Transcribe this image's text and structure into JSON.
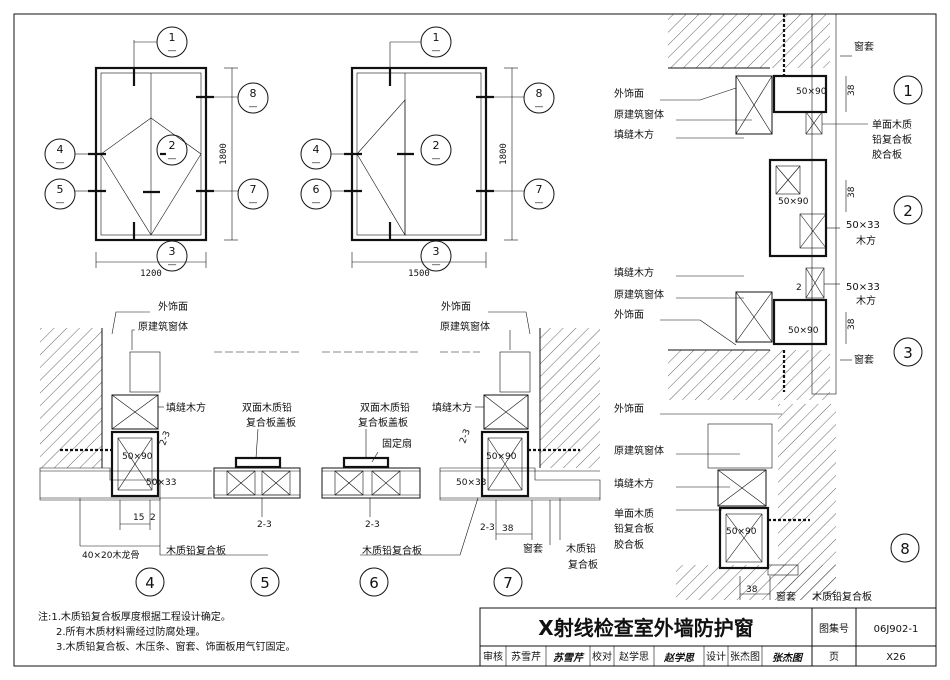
{
  "title_block": {
    "title": "X射线检查室外墙防护窗",
    "atlas_label": "图集号",
    "atlas_no": "06J902-1",
    "review_label": "审核",
    "review_name": "苏雪芹",
    "proof_label": "校对",
    "proof_name": "赵学思",
    "design_label": "设计",
    "design_name": "张杰图",
    "page_label": "页",
    "page_no": "X26"
  },
  "notes": [
    "注:1.木质铅复合板厚度根据工程设计确定。",
    "2.所有木质材料需经过防腐处理。",
    "3.木质铅复合板、木压条、窗套、饰面板用气钉固定。"
  ],
  "elevation_left": {
    "width_dim": "1200",
    "height_dim": "1800",
    "callouts": [
      {
        "id": "1",
        "sub": "—"
      },
      {
        "id": "2",
        "sub": "—"
      },
      {
        "id": "3",
        "sub": "—"
      },
      {
        "id": "4",
        "sub": "—"
      },
      {
        "id": "5",
        "sub": "—"
      },
      {
        "id": "7",
        "sub": "—"
      },
      {
        "id": "8",
        "sub": "—"
      }
    ]
  },
  "elevation_right": {
    "width_dim": "1500",
    "height_dim": "1800",
    "callouts": [
      {
        "id": "1",
        "sub": "—"
      },
      {
        "id": "2",
        "sub": "—"
      },
      {
        "id": "3",
        "sub": "—"
      },
      {
        "id": "4",
        "sub": "—"
      },
      {
        "id": "6",
        "sub": "—"
      },
      {
        "id": "7",
        "sub": "—"
      },
      {
        "id": "8",
        "sub": "—"
      }
    ]
  },
  "details_bottom": {
    "labels": {
      "facing_l": "外饰面",
      "body_l": "原建筑窗体",
      "fill_wood_l": "填缝木方",
      "dim_50x90_l": "50×90",
      "dim_50x33_l": "50×33",
      "keel": "40×20木龙骨",
      "dim_15": "15",
      "dim_2": "2",
      "ref_2_3_a": "2-3",
      "ref_2_3_b": "2-3",
      "lead_board_4": "木质铅复合板",
      "cover_5_a": "双面木质铅",
      "cover_5_b": "复合板盖板",
      "cover_6_a": "双面木质铅",
      "cover_6_b": "复合板盖板",
      "fixed_sash": "固定扇",
      "lead_board_6": "木质铅复合板",
      "facing_r": "外饰面",
      "body_r": "原建筑窗体",
      "fill_wood_r": "填缝木方",
      "dim_50x90_r": "50×90",
      "dim_50x33_r": "50×33",
      "dim_38": "38",
      "window_casing": "窗套",
      "lead_board_7_a": "木质铅",
      "lead_board_7_b": "复合板"
    },
    "circles": [
      "4",
      "5",
      "6",
      "7"
    ]
  },
  "details_right": {
    "labels": {
      "casing_top": "窗套",
      "facing_1": "外饰面",
      "body_1": "原建筑窗体",
      "fill_1": "填缝木方",
      "single_1": "单面木质",
      "single_2": "铅复合板",
      "plywood": "胶合板",
      "d1_5090": "50×90",
      "d1_38": "38",
      "d2_5090": "50×90",
      "d2_38": "38",
      "d2_5033": "50×33",
      "d2_wood": "木方",
      "fill_3": "填缝木方",
      "body_3": "原建筑窗体",
      "facing_3": "外饰面",
      "d3_5033": "50×33",
      "d3_wood": "木方",
      "d3_2": "2",
      "d3_5090": "50×90",
      "d3_38": "38",
      "casing_3": "窗套",
      "facing_8": "外饰面",
      "body_8": "原建筑窗体",
      "fill_8": "填缝木方",
      "single_8a": "单面木质",
      "single_8b": "铅复合板",
      "plywood_8": "胶合板",
      "d8_5090": "50×90",
      "d8_38": "38",
      "casing_8": "窗套",
      "lead_8": "木质铅复合板"
    },
    "circles": [
      "1",
      "2",
      "3",
      "8"
    ]
  }
}
